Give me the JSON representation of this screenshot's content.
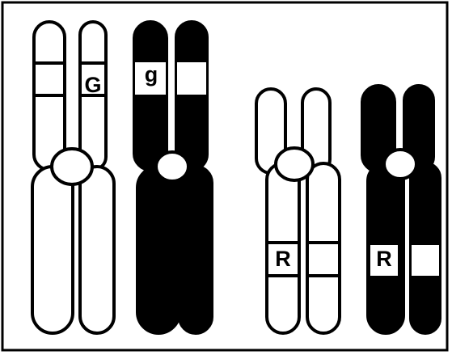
{
  "colors": {
    "outline": "#000000",
    "chromatid_light": "#ffffff",
    "chromatid_dark": "#000000",
    "centromere": "#ffffff",
    "band": "#ffffff",
    "background": "#ffffff"
  },
  "chromosomes": [
    {
      "id": "large-light",
      "shade": "light",
      "upper_labels": [
        "",
        "G"
      ],
      "lower_labels": [
        "",
        ""
      ]
    },
    {
      "id": "large-dark",
      "shade": "dark",
      "upper_labels": [
        "g",
        ""
      ],
      "lower_labels": [
        "",
        ""
      ]
    },
    {
      "id": "small-light",
      "shade": "light",
      "upper_labels": [
        "",
        ""
      ],
      "lower_labels": [
        "R",
        ""
      ]
    },
    {
      "id": "small-dark",
      "shade": "dark",
      "upper_labels": [
        "",
        ""
      ],
      "lower_labels": [
        "R",
        ""
      ]
    }
  ],
  "labels": {
    "allele_G": "G",
    "allele_g": "g",
    "allele_R_light": "R",
    "allele_R_dark": "R"
  }
}
